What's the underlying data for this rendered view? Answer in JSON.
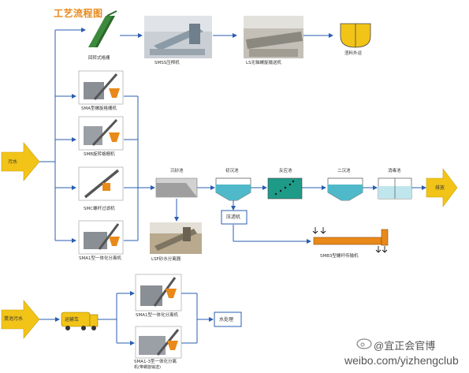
{
  "title": "工艺流程图",
  "inputs": {
    "sewage": "污水",
    "septic_sewage": "粪池污水"
  },
  "transport": {
    "truck": "运输车",
    "water_treatment": "水处理",
    "discharge": "排放"
  },
  "top_row": {
    "grille": "回转式格栅",
    "press": "SMSS压榨机",
    "conveyor": "LS无轴螺旋输送机",
    "slag": "渣料外运"
  },
  "screens": [
    "SMA型螺旋格栅机",
    "SMB旋转格栅机",
    "SMC螺杆过滤机",
    "SMA1型一体化分离机"
  ],
  "process": {
    "grit_tank": "沉砂池",
    "primary_tank": "初沉池",
    "reaction_tank": "反应池",
    "secondary_tank": "二沉池",
    "disinfection_tank": "消毒池",
    "filter_press": "压滤机",
    "sand_separator": "LSF砂水分离器",
    "screw_conveyor": "SMB3型螺杆传输机"
  },
  "septic": {
    "separator1": "SMA1型一体化分离机",
    "separator2_line1": "SMA1-3型一体化分离",
    "separator2_line2": "机(带螺旋输送)"
  },
  "watermark": {
    "handle": "@宜正会官博",
    "url": "weibo.com/yizhengclub"
  },
  "colors": {
    "arrow_blue": "#2a5db0",
    "input_yellow": "#f2c418",
    "title_orange": "#e8891a",
    "grille_green": "#3c8a3c",
    "water_cyan": "#4fb9c9",
    "tank_gray": "#b0b0b0"
  }
}
